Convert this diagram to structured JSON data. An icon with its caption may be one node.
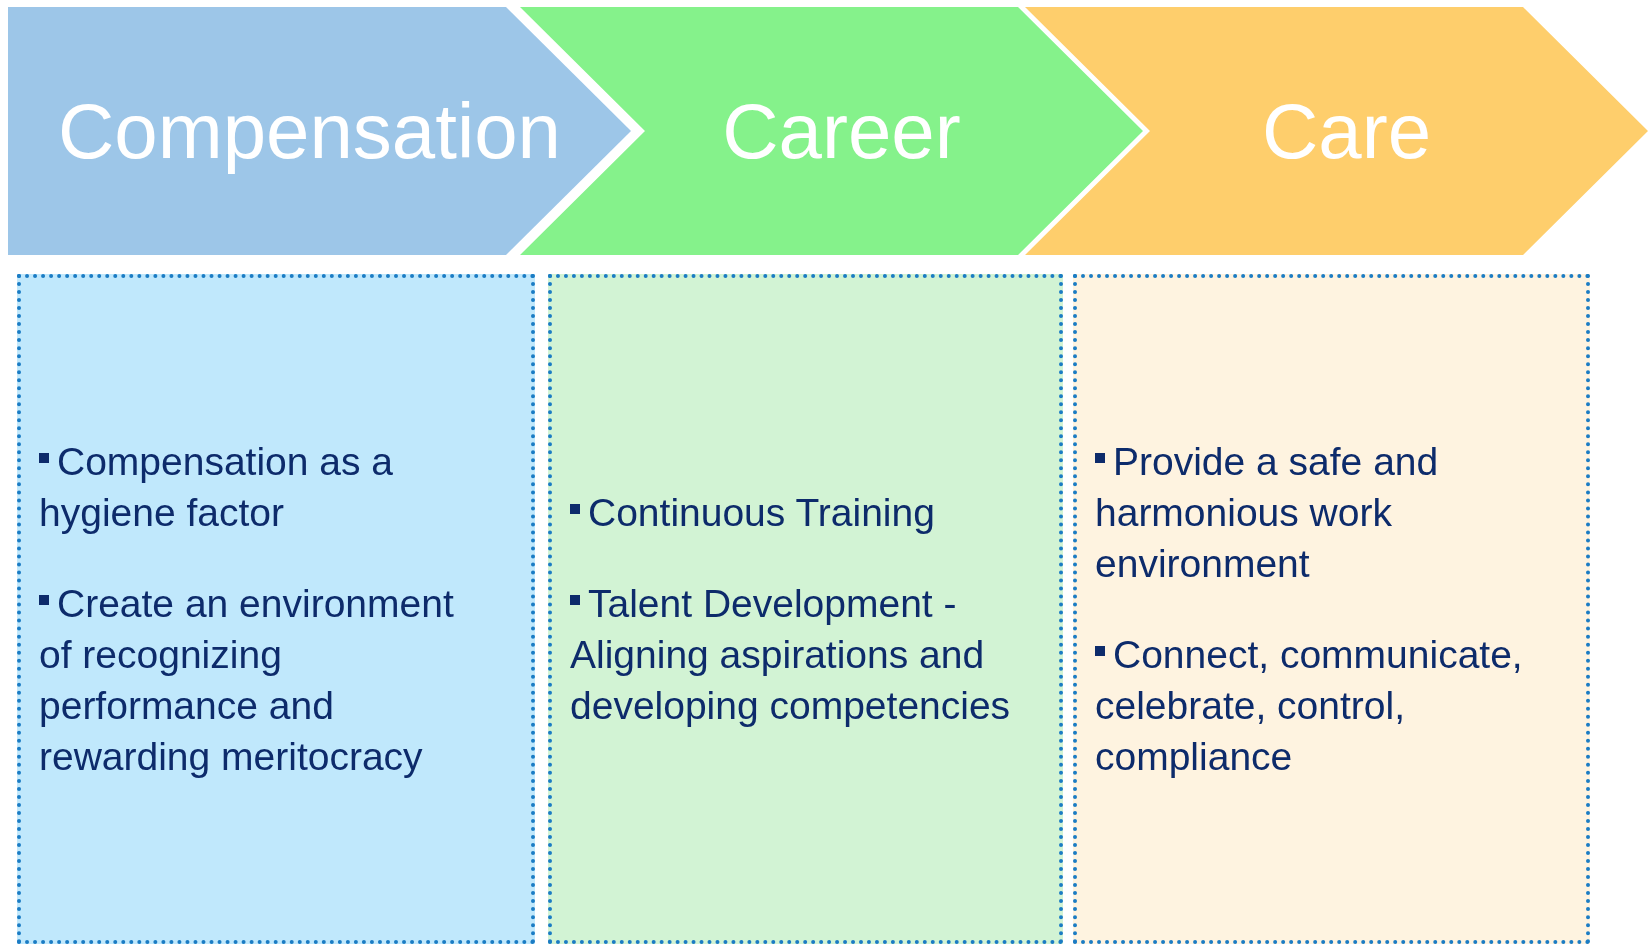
{
  "diagram": {
    "nodes": [
      {
        "text": [
          "Compensation"
        ]
      },
      {
        "text": [
          "Career"
        ]
      },
      {
        "text": [
          "Care"
        ]
      },
      {
        "text": [
          "Compensation as a hygiene factor",
          "Create an environment of recognizing performance and rewarding meritocracy"
        ]
      },
      {
        "text": [
          "Continuous Training",
          "Talent Development - Aligning aspirations and developing competencies"
        ]
      },
      {
        "text": [
          "Provide a safe and harmonious work environment",
          "Connect, communicate, celebrate, control, compliance"
        ]
      }
    ]
  }
}
